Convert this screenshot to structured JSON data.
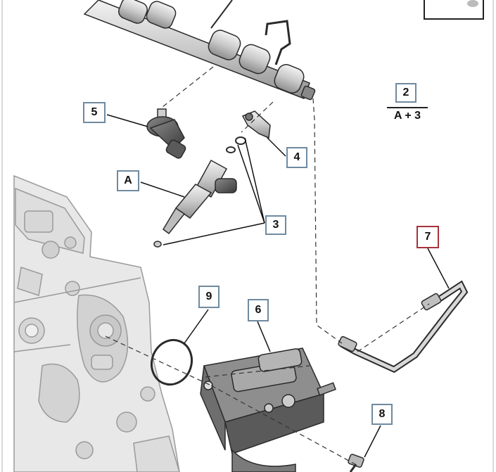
{
  "callouts": {
    "c5": "5",
    "cA": "A",
    "c4": "4",
    "c3": "3",
    "c7": "7",
    "c9": "9",
    "c6": "6",
    "c8": "8"
  },
  "fraction": {
    "numerator": "2",
    "denominator": "A + 3"
  },
  "colors": {
    "callout_border": "#6f8aa0",
    "callout_highlight_border": "#a8323a",
    "part_fill": "#d4d4d4",
    "part_shade": "#9a9a9a",
    "engine_block": "#e6e6e6",
    "outline": "#2b2b2b"
  }
}
